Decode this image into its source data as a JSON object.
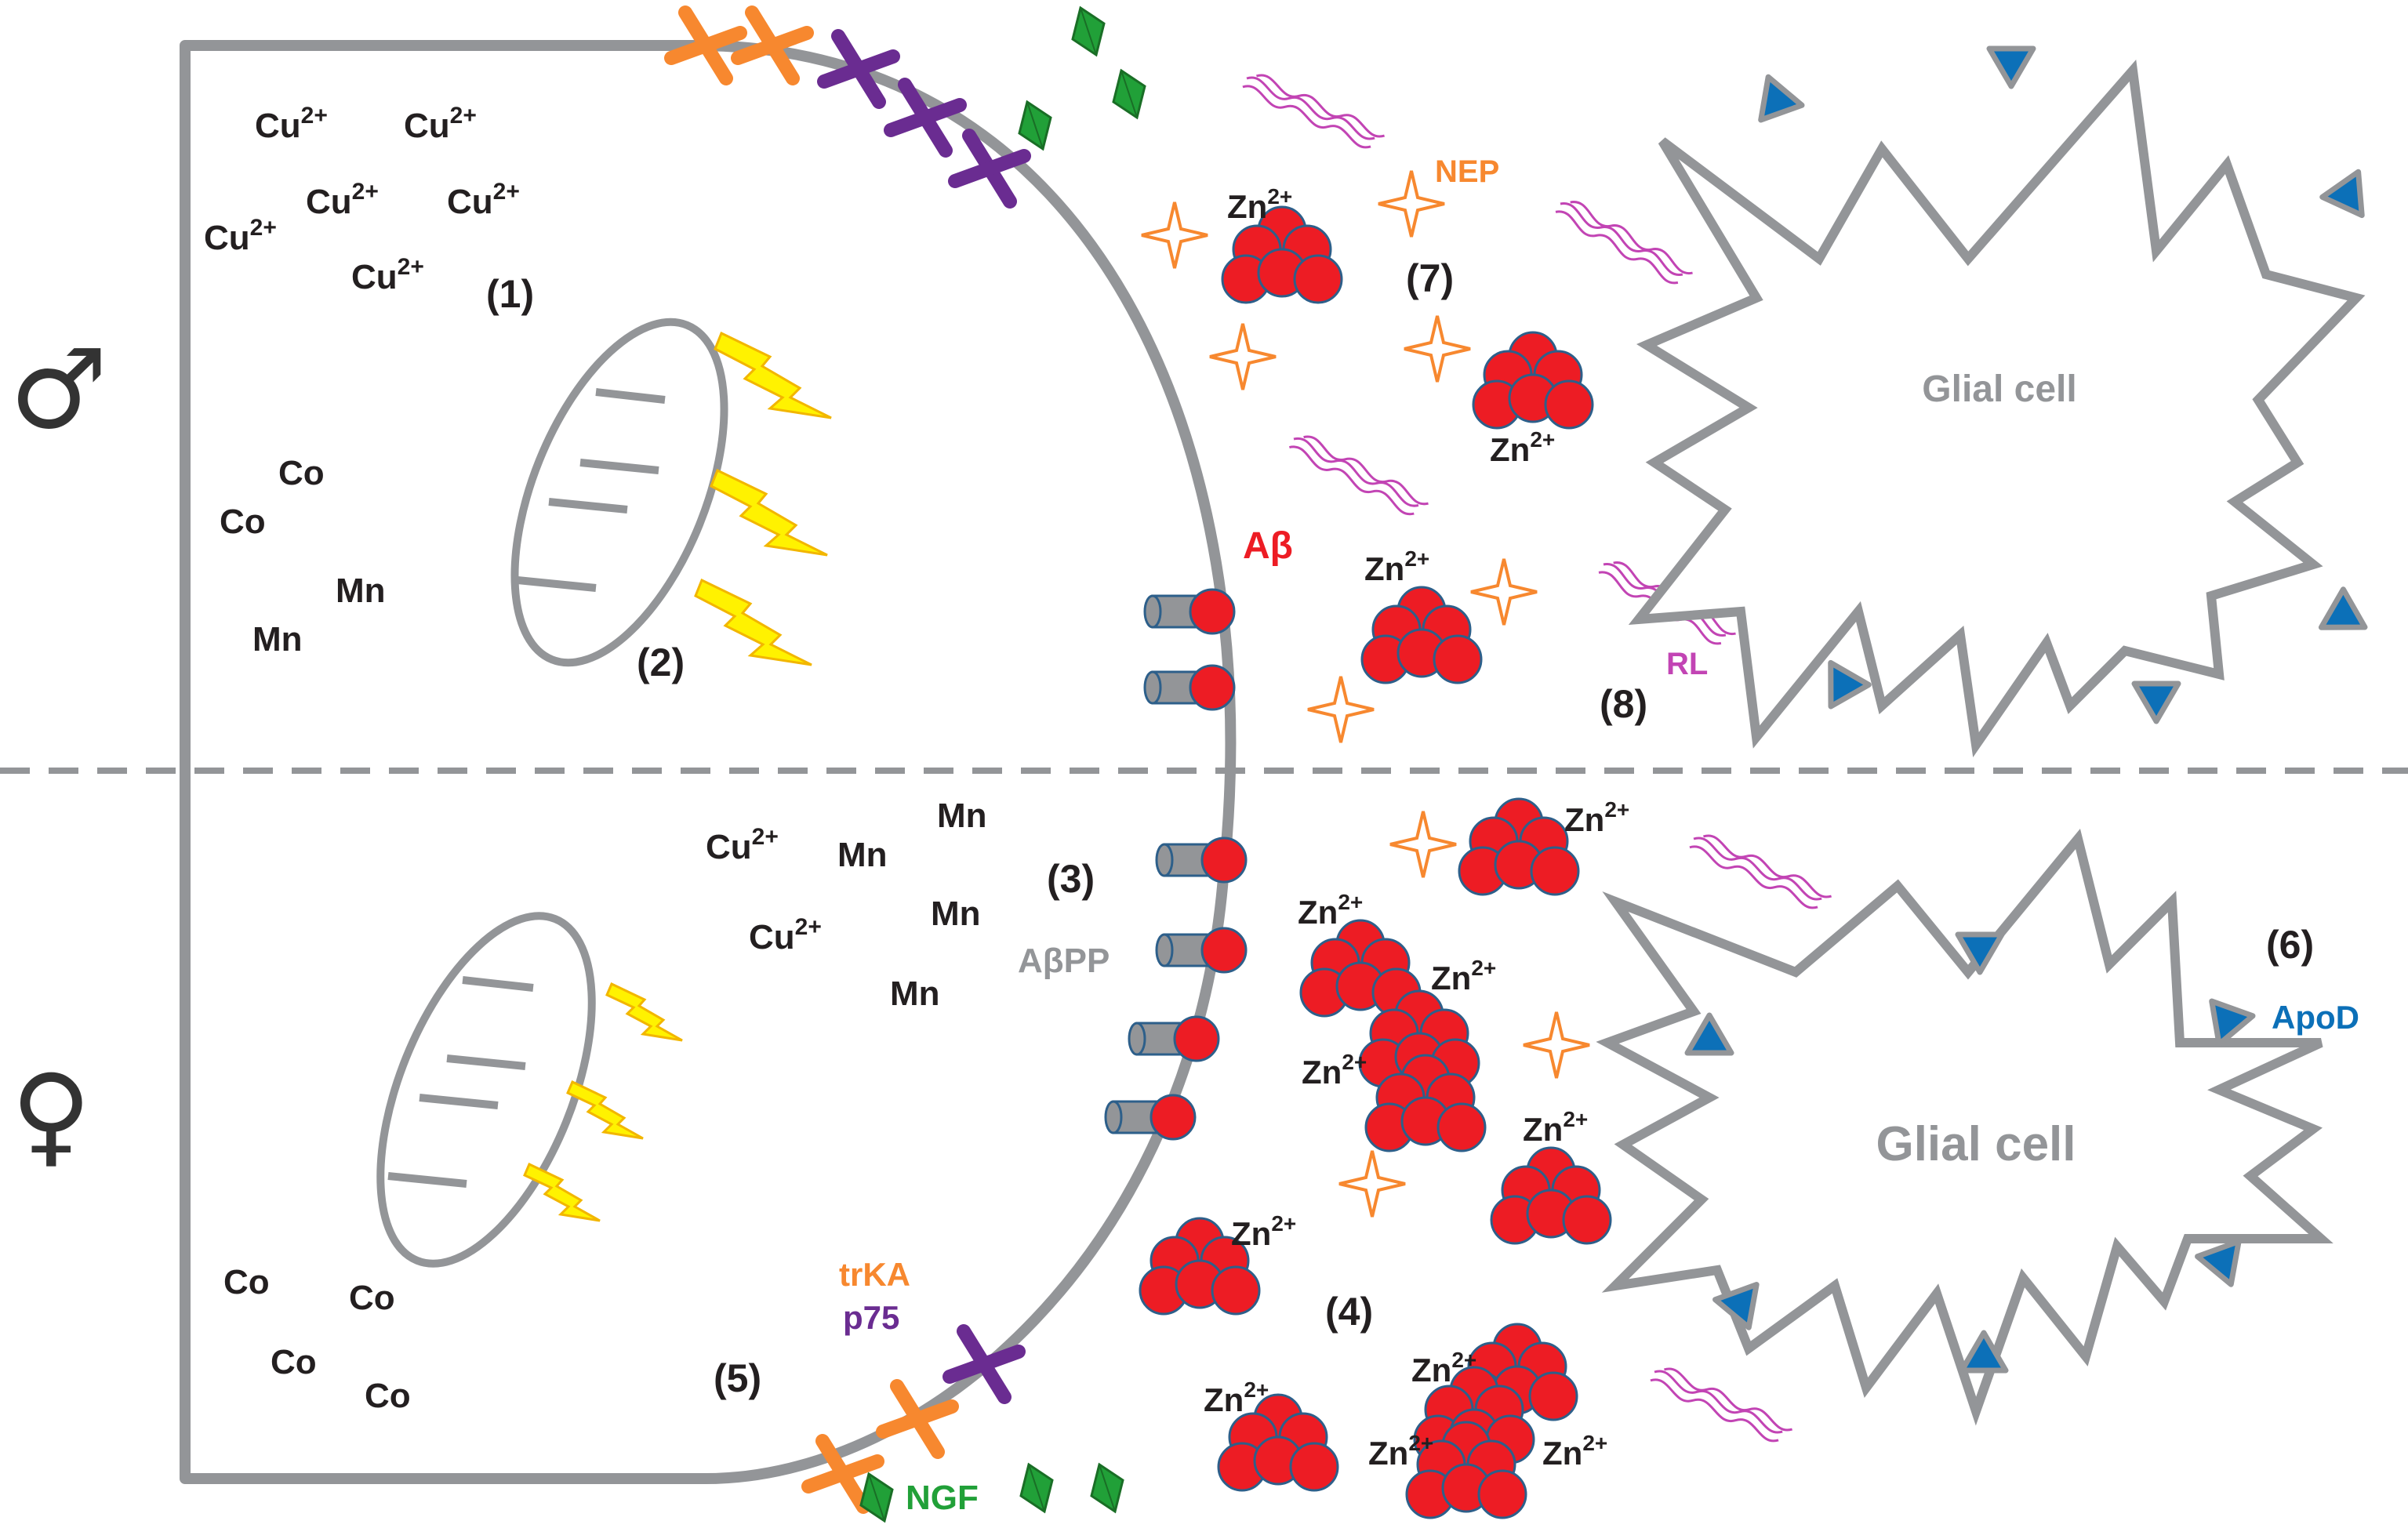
{
  "sex_symbols": {
    "male": "♂",
    "female": "♀"
  },
  "numbers": {
    "n1": "(1)",
    "n2": "(2)",
    "n3": "(3)",
    "n4": "(4)",
    "n5": "(5)",
    "n6": "(6)",
    "n7": "(7)",
    "n8": "(8)"
  },
  "labels": {
    "abeta": "Aβ",
    "abpp": "AβPP",
    "nep": "NEP",
    "rl": "RL",
    "apod": "ApoD",
    "trka": "trKA",
    "p75": "p75",
    "ngf": "NGF",
    "glial_top": "Glial cell",
    "glial_bottom": "Glial cell"
  },
  "ions": {
    "cu_base": "Cu",
    "cu_sup": "2+",
    "zn_base": "Zn",
    "zn_sup": "2+",
    "co": "Co",
    "mn": "Mn"
  },
  "colors": {
    "membrane": "#939598",
    "abeta_red": "#ed1c24",
    "nep_orange": "#f7882f",
    "p75_purple": "#6a2c91",
    "ngf_green": "#21a038",
    "rl_pink": "#c244b4",
    "apod_blue": "#0c70b8",
    "ros_yellow": "#fff200"
  }
}
